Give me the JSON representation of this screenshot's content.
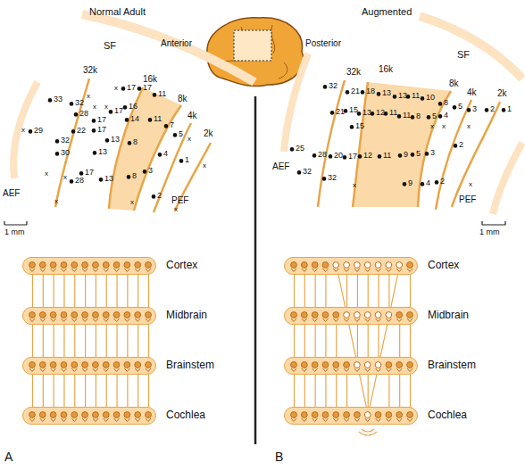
{
  "diagram": {
    "nodes": [
      {
        "text": [
          "Cortex"
        ]
      },
      {
        "text": [
          "Midbrain"
        ]
      },
      {
        "text": [
          "Brainstem"
        ]
      },
      {
        "text": [
          "Cochlea"
        ]
      },
      {
        "text": [
          "Cortex"
        ]
      },
      {
        "text": [
          "Midbrain"
        ]
      },
      {
        "text": [
          "Brainstem"
        ]
      },
      {
        "text": [
          "Cochlea"
        ]
      }
    ],
    "edges": [
      {
        "from": 0,
        "to": 1,
        "arrow": "none"
      },
      {
        "from": 1,
        "to": 2,
        "arrow": "none"
      },
      {
        "from": 2,
        "to": 3,
        "arrow": "none"
      },
      {
        "from": 4,
        "to": 5,
        "arrow": "none"
      },
      {
        "from": 5,
        "to": 6,
        "arrow": "none"
      },
      {
        "from": 6,
        "to": 7,
        "arrow": "none"
      }
    ],
    "labels": [
      "Normal Adult",
      "Anterior",
      "Posterior",
      "Augmented",
      "SF",
      "32k",
      "16k",
      "8k",
      "4k",
      "2k",
      "AEF",
      "PEF",
      "1 mm",
      "x",
      "17",
      "17",
      "11",
      "33",
      "32",
      "x",
      "x",
      "x",
      "28",
      "16",
      "17",
      "x",
      "29",
      "22",
      "32",
      "30",
      "17",
      "17",
      "14",
      "11",
      "7",
      "5",
      "x",
      "13",
      "8",
      "13",
      "4",
      "1",
      "x",
      "17",
      "13",
      "8",
      "3",
      "x",
      "x",
      "28",
      "2",
      "x",
      "x",
      "x",
      "SF",
      "32k",
      "16k",
      "8k",
      "4k",
      "2k",
      "AEF",
      "PEF",
      "1 mm",
      "32",
      "21",
      "18",
      "13",
      "13",
      "11",
      "10",
      "8",
      "5",
      "3",
      "2",
      "1",
      "21",
      "15",
      "13",
      "12",
      "11",
      "11",
      "8",
      "5",
      "4",
      "15",
      "x",
      "x",
      "x",
      "25",
      "28",
      "20",
      "17",
      "12",
      "11",
      "9",
      "5",
      "3",
      "2",
      "32",
      "32",
      "x",
      "9",
      "4",
      "2",
      "x",
      "A",
      "B"
    ]
  }
}
